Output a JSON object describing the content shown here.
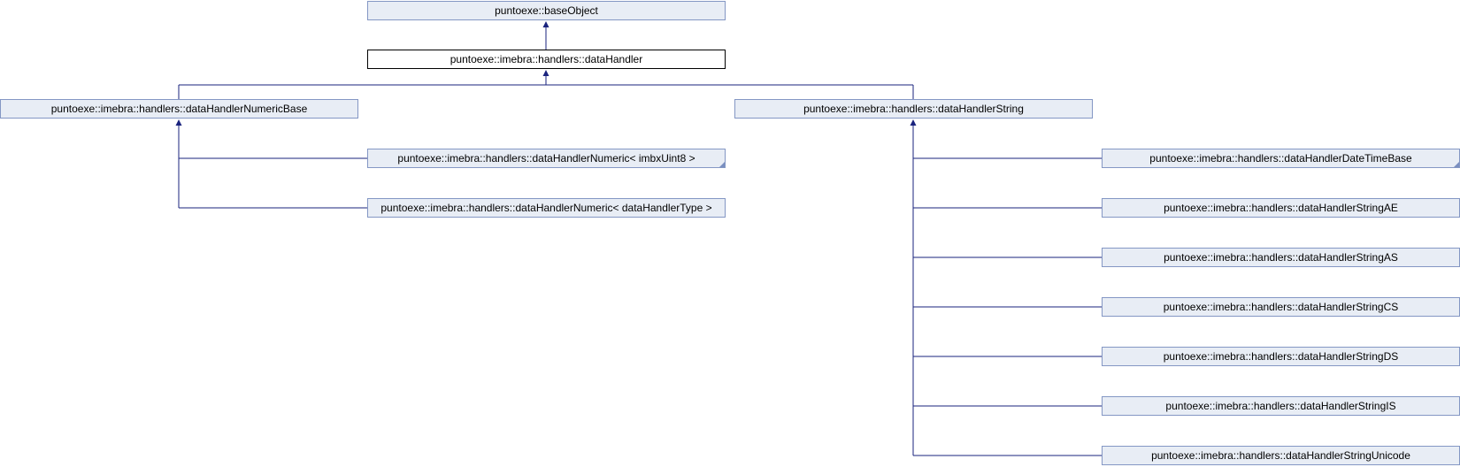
{
  "nodes": {
    "base_object": "puntoexe::baseObject",
    "data_handler": "puntoexe::imebra::handlers::dataHandler",
    "numeric_base": "puntoexe::imebra::handlers::dataHandlerNumericBase",
    "string": "puntoexe::imebra::handlers::dataHandlerString",
    "numeric_uint8": "puntoexe::imebra::handlers::dataHandlerNumeric< imbxUint8 >",
    "numeric_type": "puntoexe::imebra::handlers::dataHandlerNumeric< dataHandlerType >",
    "date_time_base": "puntoexe::imebra::handlers::dataHandlerDateTimeBase",
    "string_ae": "puntoexe::imebra::handlers::dataHandlerStringAE",
    "string_as": "puntoexe::imebra::handlers::dataHandlerStringAS",
    "string_cs": "puntoexe::imebra::handlers::dataHandlerStringCS",
    "string_ds": "puntoexe::imebra::handlers::dataHandlerStringDS",
    "string_is": "puntoexe::imebra::handlers::dataHandlerStringIS",
    "string_unicode": "puntoexe::imebra::handlers::dataHandlerStringUnicode"
  },
  "edges": [
    {
      "from": "data_handler",
      "to": "base_object"
    },
    {
      "from": "numeric_base",
      "to": "data_handler"
    },
    {
      "from": "string",
      "to": "data_handler"
    },
    {
      "from": "numeric_uint8",
      "to": "numeric_base"
    },
    {
      "from": "numeric_type",
      "to": "numeric_base"
    },
    {
      "from": "date_time_base",
      "to": "string"
    },
    {
      "from": "string_ae",
      "to": "string"
    },
    {
      "from": "string_as",
      "to": "string"
    },
    {
      "from": "string_cs",
      "to": "string"
    },
    {
      "from": "string_ds",
      "to": "string"
    },
    {
      "from": "string_is",
      "to": "string"
    },
    {
      "from": "string_unicode",
      "to": "string"
    }
  ],
  "colors": {
    "node_fill": "#e8edf5",
    "node_border": "#8497c4",
    "edge": "#1a237e",
    "current_border": "#000000"
  }
}
